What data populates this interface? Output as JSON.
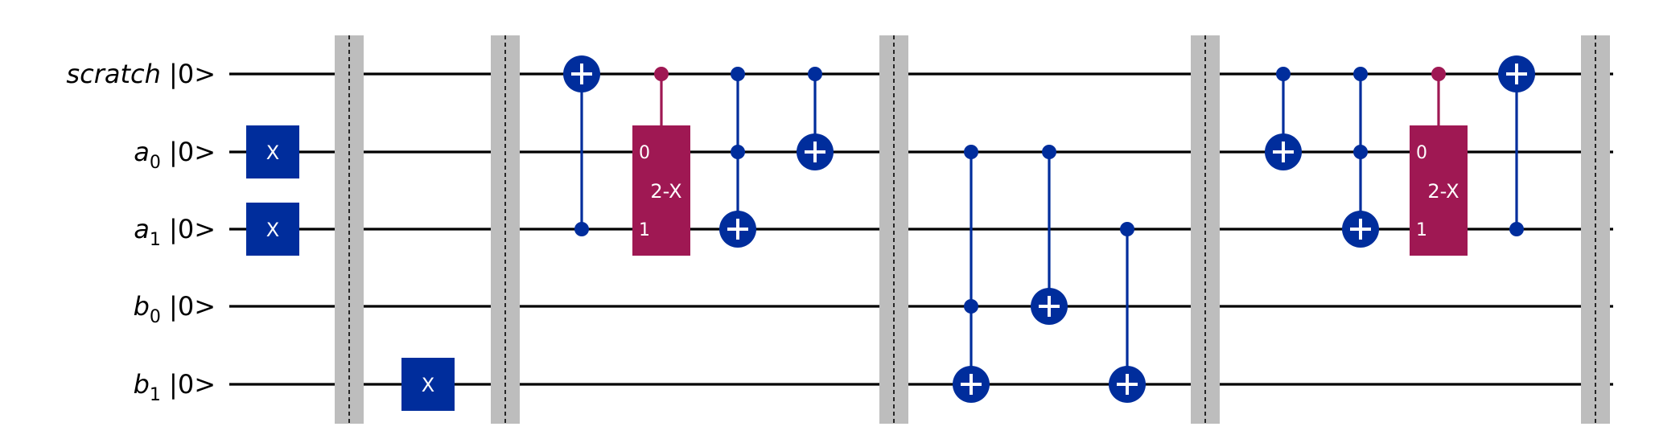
{
  "colors": {
    "wire": "#000000",
    "pauli_gate": "#002d9c",
    "cnot": "#002d9c",
    "multi_controlled": "#9f1853",
    "barrier": "#bdbdbd",
    "background": "#ffffff"
  },
  "qubits": [
    {
      "id": "scratch",
      "name": "scratch",
      "subscript": "",
      "state": "|0>"
    },
    {
      "id": "a0",
      "name": "a",
      "subscript": "0",
      "state": "|0>"
    },
    {
      "id": "a1",
      "name": "a",
      "subscript": "1",
      "state": "|0>"
    },
    {
      "id": "b0",
      "name": "b",
      "subscript": "0",
      "state": "|0>"
    },
    {
      "id": "b1",
      "name": "b",
      "subscript": "1",
      "state": "|0>"
    }
  ],
  "operations": [
    {
      "type": "x",
      "label": "X",
      "column": 1,
      "target": "a0"
    },
    {
      "type": "x",
      "label": "X",
      "column": 1,
      "target": "a1"
    },
    {
      "type": "barrier",
      "column": 2
    },
    {
      "type": "x",
      "label": "X",
      "column": 3,
      "target": "b1"
    },
    {
      "type": "barrier",
      "column": 4
    },
    {
      "type": "cx",
      "column": 5,
      "controls": [
        "a1"
      ],
      "target": "scratch"
    },
    {
      "type": "controlled-box",
      "label": "2-X",
      "column": 6,
      "controls": [
        "scratch"
      ],
      "targets": [
        "a0",
        "a1"
      ],
      "port_labels": [
        "0",
        "1"
      ]
    },
    {
      "type": "cx",
      "column": 7,
      "controls": [
        "scratch",
        "a0"
      ],
      "target": "a1"
    },
    {
      "type": "cx",
      "column": 8,
      "controls": [
        "scratch"
      ],
      "target": "a0"
    },
    {
      "type": "barrier",
      "column": 9
    },
    {
      "type": "cx",
      "column": 10,
      "controls": [
        "a0",
        "b0"
      ],
      "target": "b1"
    },
    {
      "type": "cx",
      "column": 11,
      "controls": [
        "a0"
      ],
      "target": "b0"
    },
    {
      "type": "cx",
      "column": 12,
      "controls": [
        "a1"
      ],
      "target": "b1"
    },
    {
      "type": "barrier",
      "column": 13
    },
    {
      "type": "cx",
      "column": 14,
      "controls": [
        "scratch"
      ],
      "target": "a0"
    },
    {
      "type": "cx",
      "column": 15,
      "controls": [
        "scratch",
        "a0"
      ],
      "target": "a1"
    },
    {
      "type": "controlled-box",
      "label": "2-X",
      "column": 16,
      "controls": [
        "scratch"
      ],
      "targets": [
        "a0",
        "a1"
      ],
      "port_labels": [
        "0",
        "1"
      ]
    },
    {
      "type": "cx",
      "column": 17,
      "controls": [
        "a1"
      ],
      "target": "scratch"
    },
    {
      "type": "barrier",
      "column": 18
    }
  ]
}
